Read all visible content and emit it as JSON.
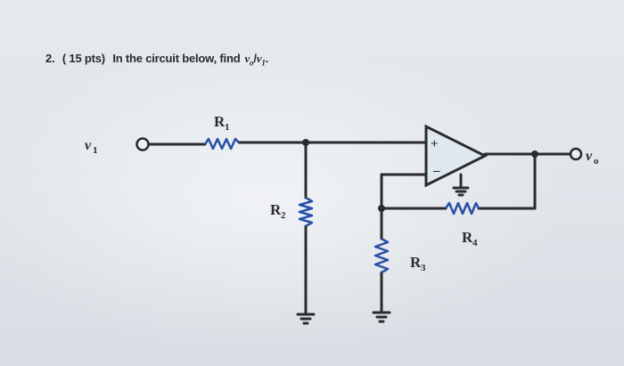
{
  "problem": {
    "number": "2.",
    "points": "( 15 pts)",
    "text": "In the circuit below, find",
    "ratio": "v",
    "ratio_o": "o",
    "ratio_slash": "/",
    "ratio_v": "v",
    "ratio_1": "1",
    "end": "."
  },
  "labels": {
    "v1": "v",
    "v1_sub": "1",
    "vo": "v",
    "vo_sub": "o",
    "r1": "R",
    "r1_sub": "1",
    "r2": "R",
    "r2_sub": "2",
    "r3": "R",
    "r3_sub": "3",
    "r4": "R",
    "r4_sub": "4",
    "plus": "+",
    "minus": "–"
  },
  "colors": {
    "wire": "#2b2b2b",
    "resistor": "#2a4fa8",
    "opamp_fill": "#dde8ef"
  }
}
